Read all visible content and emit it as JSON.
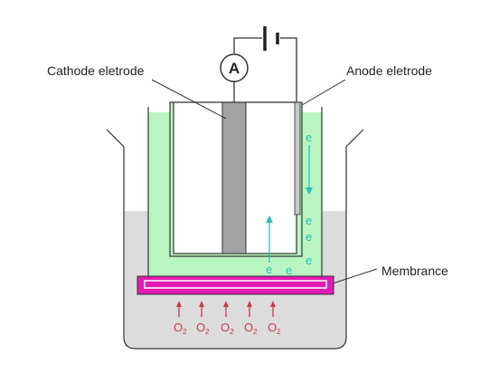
{
  "labels": {
    "cathode": "Cathode eletrode",
    "anode": "Anode eletrode",
    "membrane": "Membrance",
    "ammeter": "A"
  },
  "electron_symbol": "e",
  "oxygen": {
    "symbol": "O",
    "subscript": "2",
    "count": 5
  },
  "colors": {
    "green_solution": "#b9f5c3",
    "grey_solution": "#dcdcdc",
    "membrane": "#e31bb4",
    "cathode_rod": "#a3a3a3",
    "electron": "#2bbfb3",
    "oxygen": "#c0404a",
    "outline": "#333333"
  }
}
